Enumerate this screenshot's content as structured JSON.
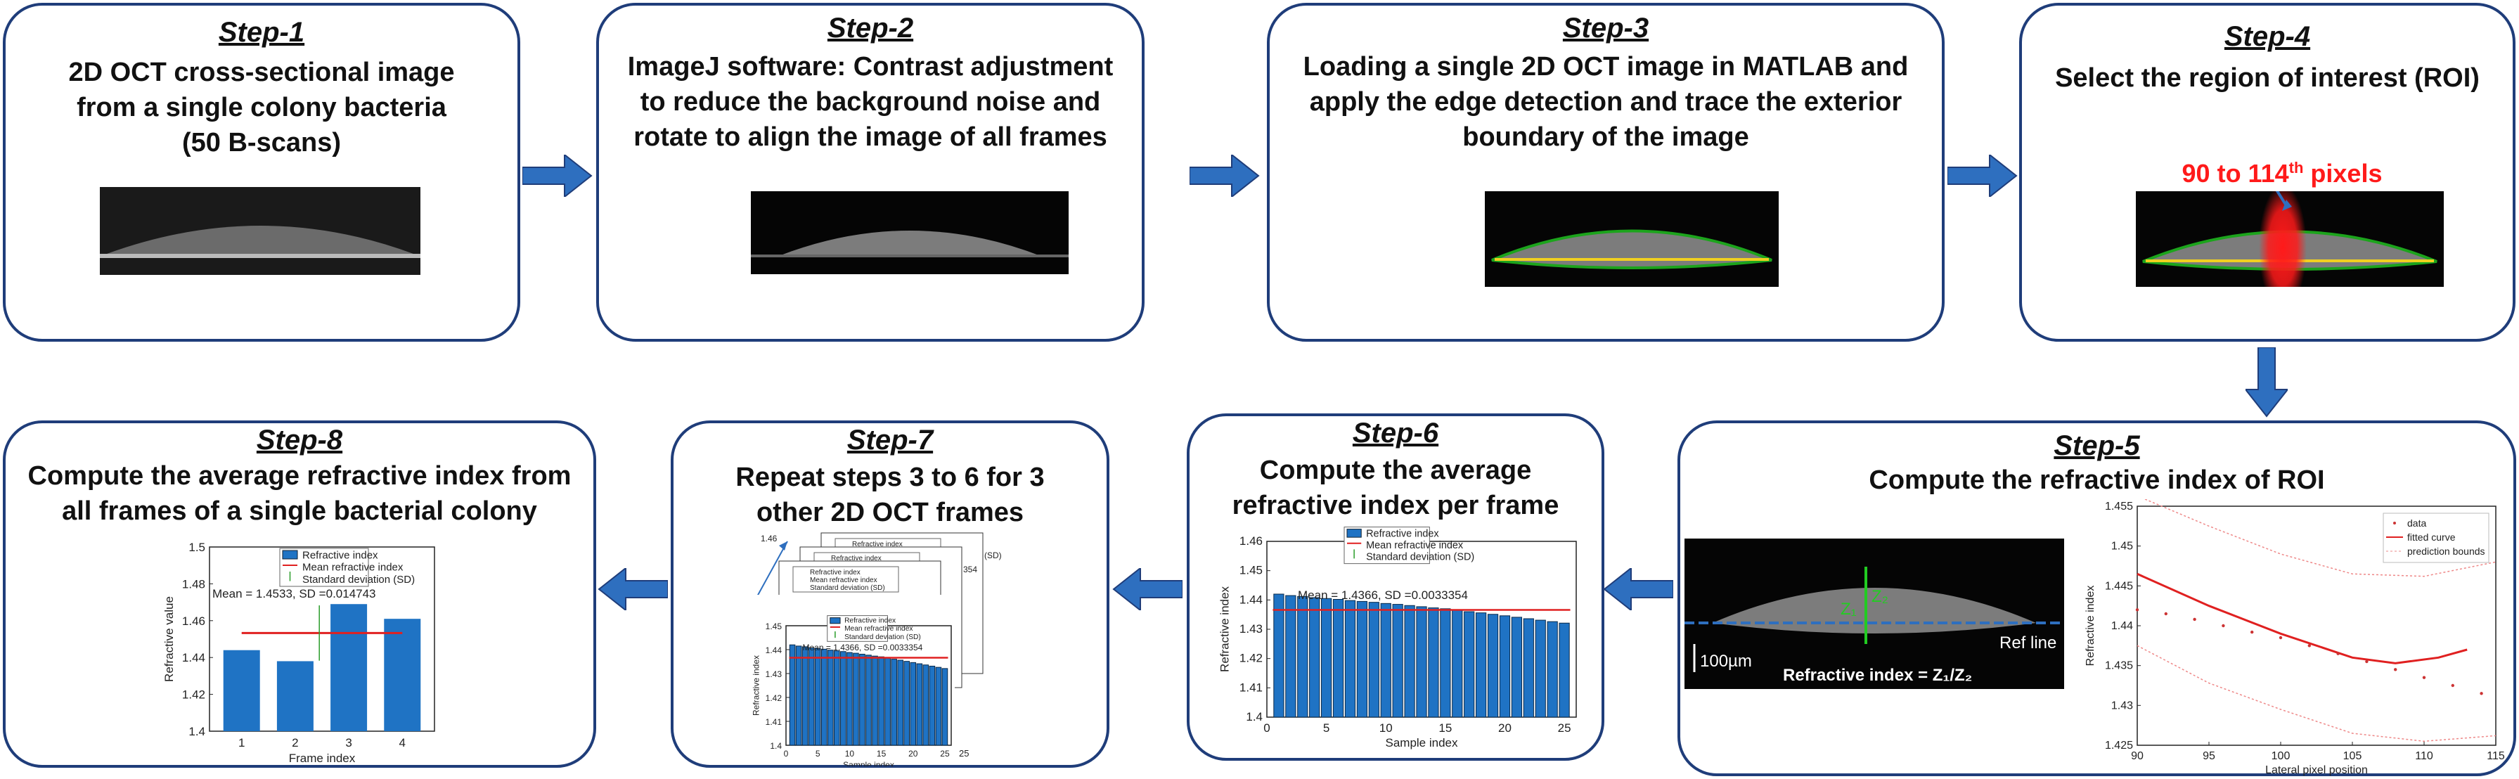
{
  "steps": [
    {
      "label": "Step-1",
      "desc": "2D OCT cross-sectional image from a single colony bacteria (50 B-scans)"
    },
    {
      "label": "Step-2",
      "desc": "ImageJ software: Contrast adjustment to reduce the background noise and rotate to align the image of all frames"
    },
    {
      "label": "Step-3",
      "desc": "Loading a single 2D OCT image in MATLAB and apply the edge detection and trace the exterior boundary of the image"
    },
    {
      "label": "Step-4",
      "desc": "Select the region of interest (ROI)"
    },
    {
      "label": "Step-5",
      "desc": "Compute the refractive index of ROI"
    },
    {
      "label": "Step-6",
      "desc": "Compute the average refractive index per frame"
    },
    {
      "label": "Step-7",
      "desc": "Repeat steps 3 to 6 for  3 other 2D OCT frames"
    },
    {
      "label": "Step-8",
      "desc": "Compute the average refractive index from all frames of a single bacterial colony"
    }
  ],
  "roi_label": {
    "prefix": "90 to 114",
    "sup": "th",
    "suffix": " pixels"
  },
  "step5_image": {
    "scale": "100µm",
    "formula": "Refractive index = Z₁/Z₂",
    "ref": "Ref line",
    "z1": "Z₁",
    "z2": "Z₂"
  },
  "colors": {
    "border": "#1f3d7a",
    "arrow": "#2e6fbf",
    "bar": "#1f73c4",
    "mean": "#e02020",
    "roi": "#ff1a1a",
    "edge": "#22cc22",
    "axis": "#f0d020"
  },
  "chart_data": [
    {
      "id": "step5-fit",
      "type": "line",
      "xlabel": "Lateral pixel position",
      "ylabel": "Refractive index",
      "xlim": [
        90,
        115
      ],
      "ylim": [
        1.425,
        1.45
      ],
      "xticks": [
        90,
        95,
        100,
        105,
        110,
        115
      ],
      "yticks": [
        1.425,
        1.43,
        1.435,
        1.44,
        1.445,
        1.45,
        1.455
      ],
      "legend": [
        "data",
        "fitted curve",
        "prediction bounds"
      ],
      "fitted": [
        [
          90,
          1.4465
        ],
        [
          95,
          1.4425
        ],
        [
          100,
          1.439
        ],
        [
          105,
          1.436
        ],
        [
          108,
          1.4353
        ],
        [
          111,
          1.436
        ],
        [
          113,
          1.437
        ]
      ],
      "upper": [
        [
          90,
          1.4563
        ],
        [
          95,
          1.4525
        ],
        [
          100,
          1.449
        ],
        [
          105,
          1.4465
        ],
        [
          110,
          1.4462
        ],
        [
          115,
          1.448
        ]
      ],
      "lower": [
        [
          90,
          1.4375
        ],
        [
          95,
          1.4328
        ],
        [
          100,
          1.4295
        ],
        [
          105,
          1.4265
        ],
        [
          110,
          1.4255
        ],
        [
          115,
          1.4262
        ]
      ],
      "data": [
        [
          90,
          1.442
        ],
        [
          92,
          1.4415
        ],
        [
          94,
          1.4408
        ],
        [
          96,
          1.44
        ],
        [
          98,
          1.4392
        ],
        [
          100,
          1.4385
        ],
        [
          102,
          1.4375
        ],
        [
          104,
          1.4365
        ],
        [
          106,
          1.4355
        ],
        [
          108,
          1.4345
        ],
        [
          110,
          1.4335
        ],
        [
          112,
          1.4325
        ],
        [
          114,
          1.4315
        ]
      ]
    },
    {
      "id": "step6-bar",
      "type": "bar",
      "xlabel": "Sample index",
      "ylabel": "Refractive index",
      "xlim": [
        0,
        26
      ],
      "ylim": [
        1.4,
        1.46
      ],
      "xticks": [
        0,
        5,
        10,
        15,
        20,
        25
      ],
      "yticks": [
        1.4,
        1.41,
        1.42,
        1.43,
        1.44,
        1.45,
        1.46
      ],
      "legend": [
        "Refractive index",
        "Mean refractive index",
        "Standard deviation (SD)"
      ],
      "annotation": "Mean = 1.4366, SD =0.0033354",
      "mean": 1.4366,
      "values": [
        1.442,
        1.4415,
        1.4412,
        1.4408,
        1.4405,
        1.4402,
        1.4398,
        1.4395,
        1.4392,
        1.4388,
        1.4385,
        1.4381,
        1.4377,
        1.4373,
        1.437,
        1.4365,
        1.436,
        1.4356,
        1.4351,
        1.4346,
        1.4341,
        1.4336,
        1.4331,
        1.4326,
        1.4321
      ]
    },
    {
      "id": "step7-bar",
      "type": "bar",
      "xlabel": "Sample index",
      "ylabel": "Refractive index",
      "xlim": [
        0,
        26
      ],
      "ylim": [
        1.4,
        1.45
      ],
      "xticks": [
        0,
        5,
        10,
        15,
        20,
        25
      ],
      "yticks": [
        1.4,
        1.41,
        1.42,
        1.43,
        1.44,
        1.45
      ],
      "back_yticks": [
        1.46,
        1.45
      ],
      "legend": [
        "Refractive index",
        "Mean refractive index",
        "Standard deviation (SD)"
      ],
      "back_legend": [
        "Refractive index",
        "Mean refractive index",
        "Standard deviation (SD)"
      ],
      "back_annotations": [
        "(SD)",
        "354",
        "",
        "25"
      ],
      "annotation": "Mean = 1.4366, SD =0.0033354",
      "mean": 1.4366,
      "values": [
        1.442,
        1.4415,
        1.4412,
        1.4408,
        1.4405,
        1.4402,
        1.4398,
        1.4395,
        1.4392,
        1.4388,
        1.4385,
        1.4381,
        1.4377,
        1.4373,
        1.437,
        1.4365,
        1.436,
        1.4356,
        1.4351,
        1.4346,
        1.4341,
        1.4336,
        1.4331,
        1.4326,
        1.4321
      ]
    },
    {
      "id": "step8-bar",
      "type": "bar",
      "xlabel": "Frame index",
      "ylabel": "Refractive value",
      "categories": [
        "1",
        "2",
        "3",
        "4"
      ],
      "ylim": [
        1.4,
        1.5
      ],
      "yticks": [
        1.4,
        1.42,
        1.44,
        1.46,
        1.48,
        1.5
      ],
      "legend": [
        "Refractive index",
        "Mean refractive index",
        "Standard deviation (SD)"
      ],
      "annotation": "Mean = 1.4533, SD =0.014743",
      "mean": 1.4533,
      "values": [
        1.444,
        1.438,
        1.469,
        1.461
      ]
    }
  ]
}
